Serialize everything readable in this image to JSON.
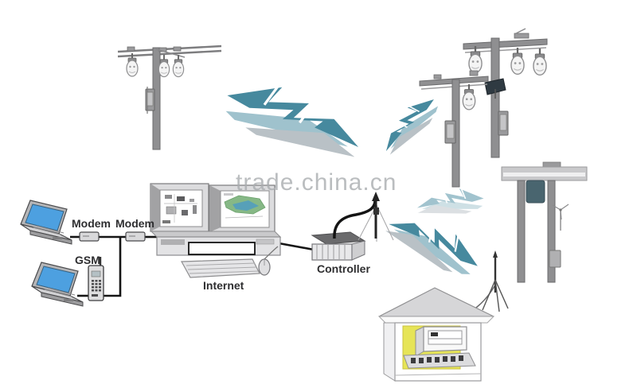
{
  "watermark": {
    "text": "trade.china.cn"
  },
  "labels": {
    "modem_top": "Modem",
    "modem_right": "Modem",
    "gsm": "GSM",
    "internet": "Internet",
    "controller": "Controller"
  },
  "colors": {
    "bolt": "#46899e",
    "bolt_echo": "#b9c1c6",
    "bolt_echo_teal": "#9fc2cd",
    "laptop_screen": "#4da0e0",
    "house_panel": "#e6e457",
    "pole_gray": "#8f8f91",
    "transformer_teal": "#49656f",
    "watermark_gray": "#aaadb0"
  }
}
